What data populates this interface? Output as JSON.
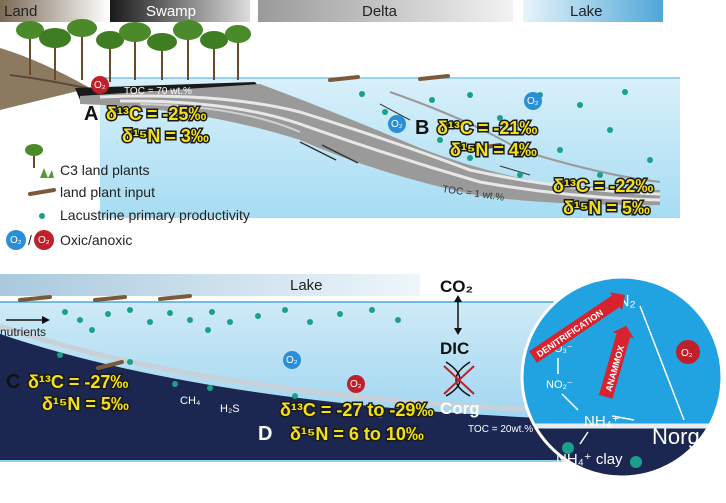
{
  "header": {
    "land": "Land",
    "swamp": "Swamp",
    "delta": "Delta",
    "lake": "Lake"
  },
  "top": {
    "toc_swamp": "TOC = 70 wt.%",
    "toc_delta": "TOC = 1 wt.%",
    "label_a": "A",
    "label_b": "B",
    "a_c": "δ¹³C = -25‰",
    "a_n": "δ¹⁵N = 3‰",
    "b_c": "δ¹³C = -21‰",
    "b_n": "δ¹⁵N = 4‰",
    "lake_c": "δ¹³C = -22‰",
    "lake_n": "δ¹⁵N = 5‰"
  },
  "legend": {
    "c3": "C3 land plants",
    "input": "land plant input",
    "lacustrine": "Lacustrine primary productivity",
    "oxic": "Oxic/anoxic"
  },
  "bottom": {
    "lake": "Lake",
    "nutrients": "nutrients",
    "co2": "CO₂",
    "dic": "DIC",
    "corg": "Corg",
    "label_c": "C",
    "label_d": "D",
    "c_c": "δ¹³C = -27‰",
    "c_n": "δ¹⁵N = 5‰",
    "d_c": "δ¹³C = -27 to -29‰",
    "d_n": "δ¹⁵N = 6 to 10‰",
    "ch4": "CH₄",
    "h2s": "H₂S",
    "toc": "TOC = 20wt.%"
  },
  "cycle": {
    "n2": "N₂",
    "no3": "NO₃⁻",
    "no2": "NO₂⁻",
    "nh4": "NH₄⁺",
    "norg": "Norg",
    "nh4clay": "NH₄⁺ clay",
    "denitrification": "DENITRIFICATION",
    "anammox": "ANAMMOX"
  },
  "o2": "O₂",
  "colors": {
    "lake": "#bfe6f7",
    "deep": "#1b2750",
    "accent": "#f3e01a",
    "oxic": "#2a8fd6",
    "anoxic": "#c0202a",
    "dot": "#1aa08a"
  }
}
